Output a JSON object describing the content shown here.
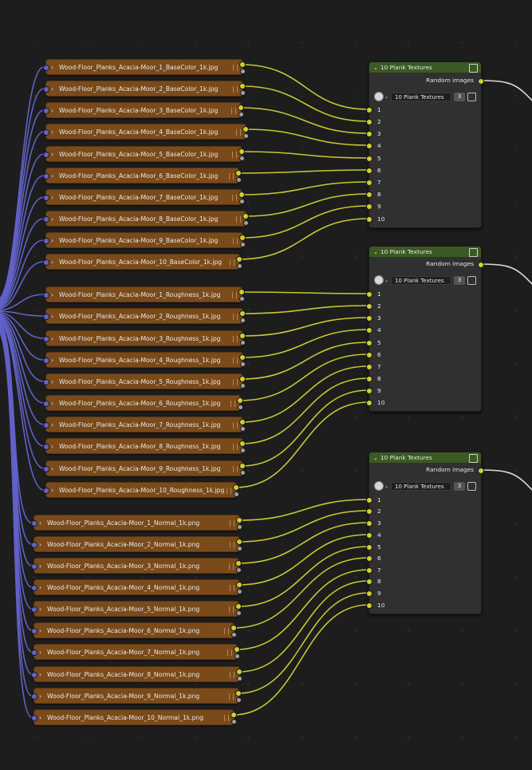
{
  "colors": {
    "background": "#1d1d1d",
    "image_node": "#7a4a1a",
    "group_header": "#3b5a23",
    "group_body": "#303030",
    "wire_yellow": "#c8c832",
    "wire_blue": "#6161c8",
    "wire_white": "#e0ddd0"
  },
  "image_nodes": [
    "Wood-Floor_Planks_Acacia-Moor_1_BaseColor_1k.jpg",
    "Wood-Floor_Planks_Acacia-Moor_2_BaseColor_1k.jpg",
    "Wood-Floor_Planks_Acacia-Moor_3_BaseColor_1k.jpg",
    "Wood-Floor_Planks_Acacia-Moor_4_BaseColor_1k.jpg",
    "Wood-Floor_Planks_Acacia-Moor_5_BaseColor_1k.jpg",
    "Wood-Floor_Planks_Acacia-Moor_6_BaseColor_1k.jpg",
    "Wood-Floor_Planks_Acacia-Moor_7_BaseColor_1k.jpg",
    "Wood-Floor_Planks_Acacia-Moor_8_BaseColor_1k.jpg",
    "Wood-Floor_Planks_Acacia-Moor_9_BaseColor_1k.jpg",
    "Wood-Floor_Planks_Acacia-Moor_10_BaseColor_1k.jpg",
    "Wood-Floor_Planks_Acacia-Moor_1_Roughness_1k.jpg",
    "Wood-Floor_Planks_Acacia-Moor_2_Roughness_1k.jpg",
    "Wood-Floor_Planks_Acacia-Moor_3_Roughness_1k.jpg",
    "Wood-Floor_Planks_Acacia-Moor_4_Roughness_1k.jpg",
    "Wood-Floor_Planks_Acacia-Moor_5_Roughness_1k.jpg",
    "Wood-Floor_Planks_Acacia-Moor_6_Roughness_1k.jpg",
    "Wood-Floor_Planks_Acacia-Moor_7_Roughness_1k.jpg",
    "Wood-Floor_Planks_Acacia-Moor_8_Roughness_1k.jpg",
    "Wood-Floor_Planks_Acacia-Moor_9_Roughness_1k.jpg",
    "Wood-Floor_Planks_Acacia-Moor_10_Roughness_1k.jpg",
    "Wood-Floor_Planks_Acacia-Moor_1_Normal_1k.png",
    "Wood-Floor_Planks_Acacia-Moor_2_Normal_1k.png",
    "Wood-Floor_Planks_Acacia-Moor_3_Normal_1k.png",
    "Wood-Floor_Planks_Acacia-Moor_4_Normal_1k.png",
    "Wood-Floor_Planks_Acacia-Moor_5_Normal_1k.png",
    "Wood-Floor_Planks_Acacia-Moor_6_Normal_1k.png",
    "Wood-Floor_Planks_Acacia-Moor_7_Normal_1k.png",
    "Wood-Floor_Planks_Acacia-Moor_8_Normal_1k.png",
    "Wood-Floor_Planks_Acacia-Moor_9_Normal_1k.png",
    "Wood-Floor_Planks_Acacia-Moor_10_Normal_1k.png"
  ],
  "group_nodes": [
    {
      "title": "10 Plank Textures",
      "output_label": "Random images",
      "group_name": "10 Plank Textures",
      "users": "3",
      "inputs": [
        "1",
        "2",
        "3",
        "4",
        "5",
        "6",
        "7",
        "8",
        "9",
        "10"
      ]
    },
    {
      "title": "10 Plank Textures",
      "output_label": "Random images",
      "group_name": "10 Plank Textures",
      "users": "3",
      "inputs": [
        "1",
        "2",
        "3",
        "4",
        "5",
        "6",
        "7",
        "8",
        "9",
        "10"
      ]
    },
    {
      "title": "10 Plank Textures",
      "output_label": "Random images",
      "group_name": "10 Plank Textures",
      "users": "3",
      "inputs": [
        "1",
        "2",
        "3",
        "4",
        "5",
        "6",
        "7",
        "8",
        "9",
        "10"
      ]
    }
  ]
}
